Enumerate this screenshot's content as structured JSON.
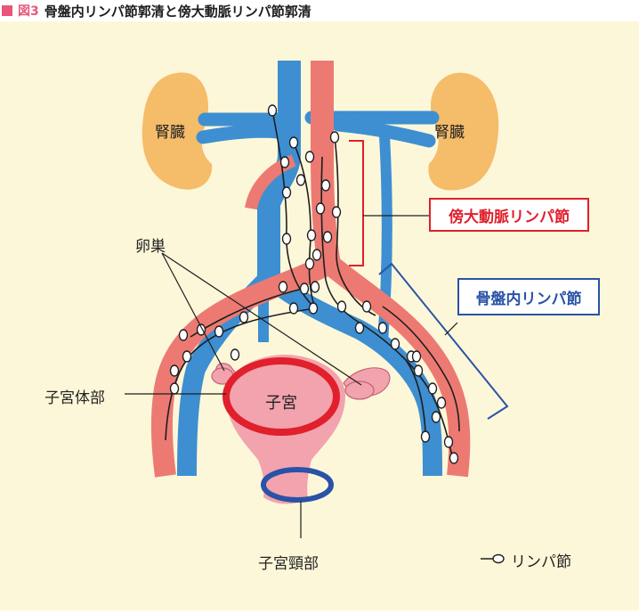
{
  "figure": {
    "number": "図3",
    "title": "骨盤内リンパ節郭清と傍大動脈リンパ節郭清"
  },
  "labels": {
    "kidney_left": "腎臓",
    "kidney_right": "腎臓",
    "para_aortic_nodes": "傍大動脈リンパ節",
    "pelvic_nodes": "骨盤内リンパ節",
    "ovary": "卵巣",
    "uterine_body": "子宮体部",
    "uterus": "子宮",
    "cervix": "子宮頸部",
    "legend_lymph_node": "リンパ節"
  },
  "colors": {
    "background": "#fdf7d9",
    "artery": "#ec7a73",
    "vein": "#3d8fd1",
    "kidney": "#f5bc6a",
    "uterus": "#f2a3ae",
    "para_aortic_accent": "#e0202c",
    "pelvic_accent": "#2a52a6"
  }
}
